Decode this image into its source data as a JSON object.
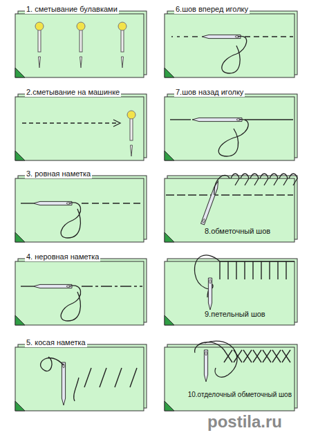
{
  "diagram": {
    "nodes": [
      {
        "text": [
          "1. сметывание булавками"
        ]
      },
      {
        "text": [
          "2.сметывание на машинке"
        ]
      },
      {
        "text": [
          "3. ровная наметка"
        ]
      },
      {
        "text": [
          "4. неровная наметка"
        ]
      },
      {
        "text": [
          "5. косая наметка"
        ]
      },
      {
        "text": [
          "6.шов вперед иголку"
        ]
      },
      {
        "text": [
          "7.шов назад иголку"
        ]
      },
      {
        "text": [
          "8.обметочный шов"
        ]
      },
      {
        "text": [
          "9.петельный шов"
        ]
      },
      {
        "text": [
          "10.отделочный обметочный шов"
        ]
      }
    ],
    "labels": [
      "postila.ru"
    ]
  }
}
